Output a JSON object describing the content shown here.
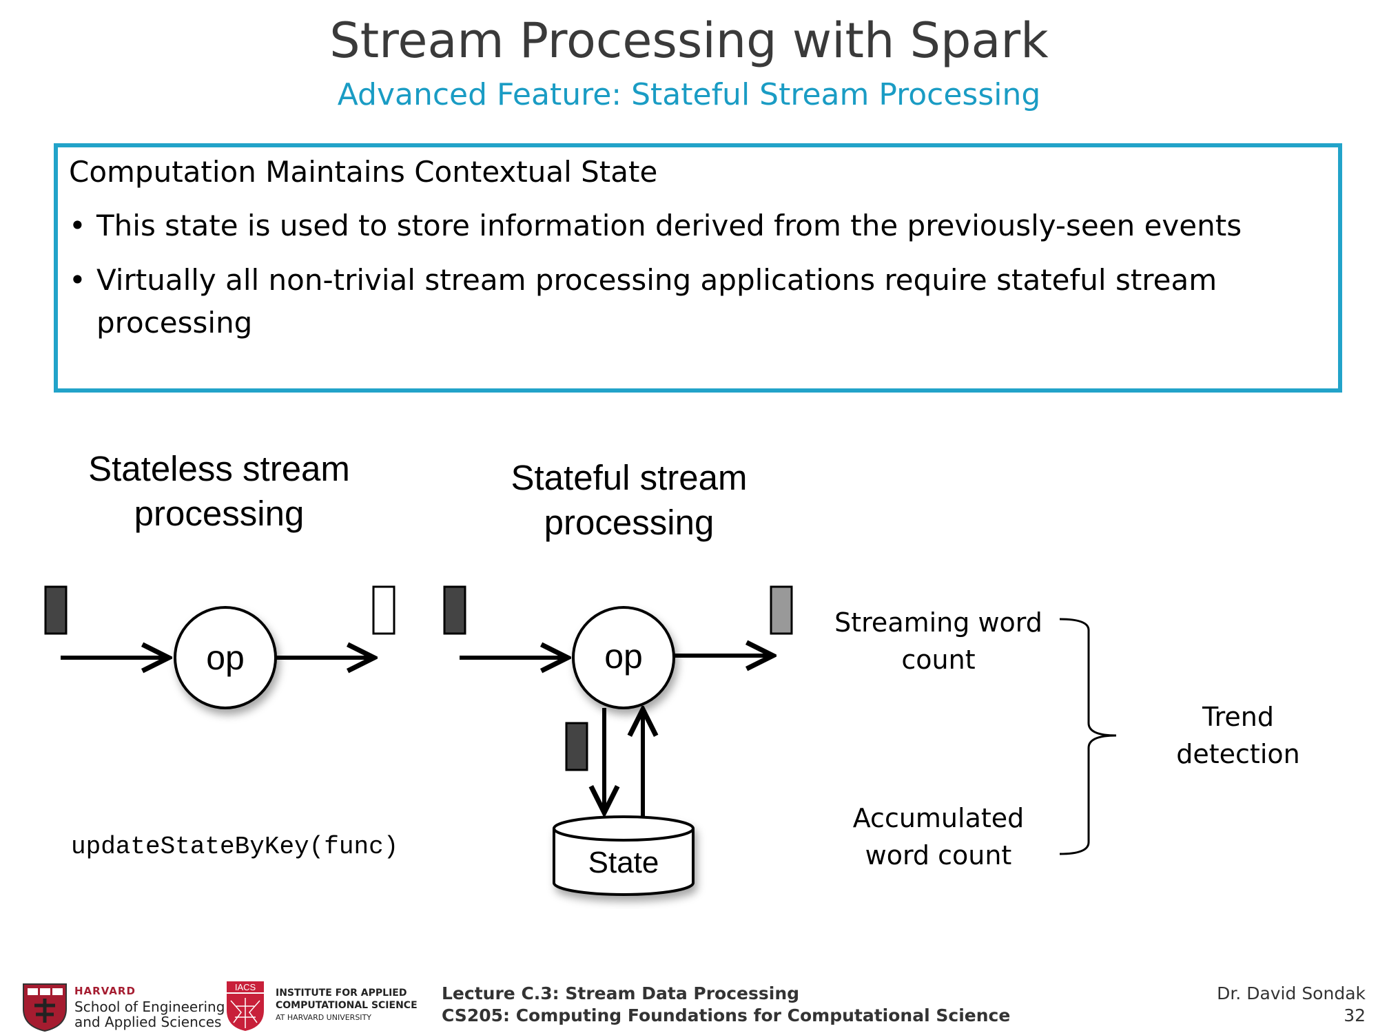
{
  "slide": {
    "title": "Stream Processing with Spark",
    "subtitle": "Advanced Feature: Stateful Stream Processing"
  },
  "concept_box": {
    "heading": "Computation Maintains Contextual State",
    "bullets": [
      "This state is used to store information derived from the previously-seen events",
      "Virtually all non-trivial stream processing applications require stateful stream processing"
    ]
  },
  "diagram": {
    "stateless": {
      "title_line1": "Stateless stream",
      "title_line2": "processing",
      "op_label": "op",
      "code": "updateStateByKey(func)"
    },
    "stateful": {
      "title_line1": "Stateful stream",
      "title_line2": "processing",
      "op_label": "op",
      "store_label": "State"
    },
    "examples": {
      "streaming_line1": "Streaming word",
      "streaming_line2": "count",
      "accumulated_line1": "Accumulated",
      "accumulated_line2": "word count",
      "trend_line1": "Trend",
      "trend_line2": "detection"
    }
  },
  "footer": {
    "harvard_name": "HARVARD",
    "harvard_school_line1": "School of Engineering",
    "harvard_school_line2": "and Applied Sciences",
    "iacs_abbrev": "IACS",
    "iacs_line1": "INSTITUTE FOR APPLIED",
    "iacs_line2": "COMPUTATIONAL SCIENCE",
    "iacs_line3": "AT HARVARD UNIVERSITY",
    "lecture": "Lecture C.3: Stream Data Processing",
    "course": "CS205: Computing Foundations for Computational Science",
    "author": "Dr. David Sondak",
    "page": "32"
  },
  "colors": {
    "accent": "#1a9cc4",
    "box_border": "#22a3c9",
    "harvard_crimson": "#a51c30",
    "event_dark": "#444444",
    "event_gray": "#999999"
  }
}
